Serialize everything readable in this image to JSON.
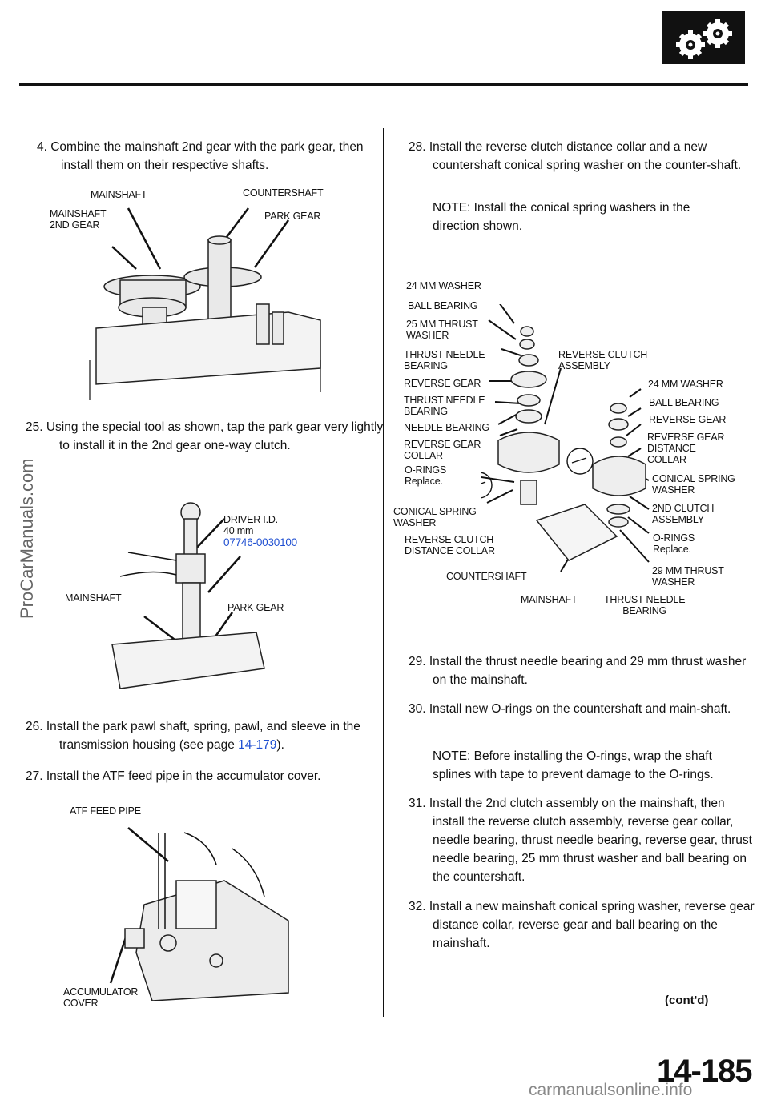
{
  "watermark": "ProCarManuals.com",
  "footer_watermark": "carmanualsonline.info",
  "page_number": "14-185",
  "contd": "(cont'd)",
  "left": {
    "step4": "4.  Combine the mainshaft 2nd gear with the park gear, then install them on their respective shafts.",
    "fig1": {
      "mainshaft": "MAINSHAFT",
      "countershaft": "COUNTERSHAFT",
      "mainshaft_2nd_gear_1": "MAINSHAFT",
      "mainshaft_2nd_gear_2": "2ND GEAR",
      "park_gear": "PARK GEAR"
    },
    "step25": "25.  Using the special tool as shown, tap the park gear very lightly to install it in the 2nd gear one-way clutch.",
    "fig2": {
      "driver": "DRIVER I.D.",
      "driver_size": "40 mm",
      "driver_part": "07746-0030100",
      "mainshaft": "MAINSHAFT",
      "park_gear": "PARK GEAR"
    },
    "step26_a": "26.  Install the park pawl shaft, spring, pawl, and sleeve in the transmission housing (see page ",
    "step26_link": "14-179",
    "step26_b": ").",
    "step27": "27.  Install the ATF feed pipe in the accumulator cover.",
    "fig3": {
      "atf_feed_pipe": "ATF FEED PIPE",
      "accumulator_1": "ACCUMULATOR",
      "accumulator_2": "COVER"
    }
  },
  "right": {
    "step28": "28.  Install the reverse clutch distance collar and a new countershaft conical spring washer on the counter-shaft.",
    "note28": "NOTE:  Install the conical spring washers in the direction shown.",
    "fig4": {
      "l1": "24 mm WASHER",
      "l2": "BALL BEARING",
      "l3a": "25 mm THRUST",
      "l3b": "WASHER",
      "l4a": "THRUST NEEDLE",
      "l4b": "BEARING",
      "l5": "REVERSE GEAR",
      "l6a": "THRUST NEEDLE",
      "l6b": "BEARING",
      "l7": "NEEDLE BEARING",
      "l8a": "REVERSE GEAR",
      "l8b": "COLLAR",
      "l9a": "O-RINGS",
      "l9b": "Replace.",
      "l10a": "CONICAL SPRING",
      "l10b": "WASHER",
      "l11a": "REVERSE CLUTCH",
      "l11b": "DISTANCE COLLAR",
      "l12": "COUNTERSHAFT",
      "l13": "MAINSHAFT",
      "l14a": "THRUST NEEDLE",
      "l14b": "BEARING",
      "r1a": "REVERSE CLUTCH",
      "r1b": "ASSEMBLY",
      "r2": "24 mm WASHER",
      "r3": "BALL BEARING",
      "r4": "REVERSE GEAR",
      "r5a": "REVERSE GEAR",
      "r5b": "DISTANCE",
      "r5c": "COLLAR",
      "r6a": "CONICAL SPRING",
      "r6b": "WASHER",
      "r7a": "2ND CLUTCH",
      "r7b": "ASSEMBLY",
      "r8a": "O-RINGS",
      "r8b": "Replace.",
      "r9a": "29 mm THRUST",
      "r9b": "WASHER"
    },
    "step29": "29.  Install the thrust needle bearing and 29 mm thrust washer on the mainshaft.",
    "step30": "30.  Install new O-rings on the countershaft and main-shaft.",
    "note30": "NOTE:  Before installing the O-rings, wrap the shaft splines with tape to prevent damage to the O-rings.",
    "step31": "31.  Install the 2nd clutch assembly on the mainshaft, then install the reverse clutch assembly, reverse gear collar, needle bearing, thrust needle bearing, reverse gear, thrust needle bearing, 25 mm thrust washer and ball bearing on the countershaft.",
    "step32": "32.  Install a new mainshaft conical spring washer, reverse gear distance collar, reverse gear and ball bearing on the mainshaft."
  }
}
